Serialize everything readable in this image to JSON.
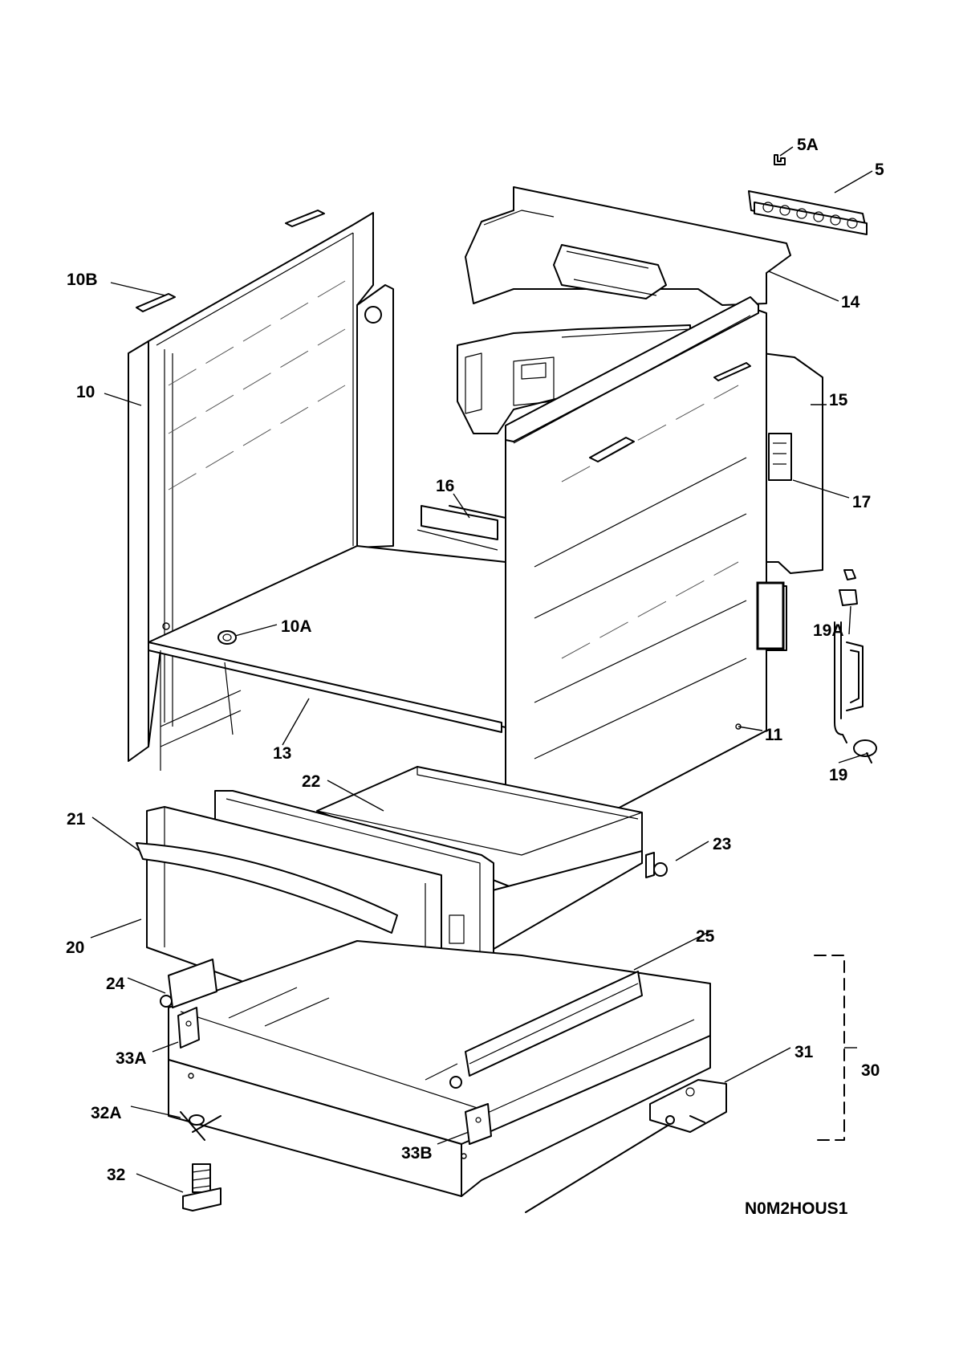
{
  "diagram": {
    "code": "N0M2HOUS1",
    "labels": {
      "p5A": "5A",
      "p5": "5",
      "p10B": "10B",
      "p14": "14",
      "p10": "10",
      "p15": "15",
      "p16": "16",
      "p17": "17",
      "p10A": "10A",
      "p19A": "19A",
      "p13": "13",
      "p11": "11",
      "p19": "19",
      "p22": "22",
      "p21": "21",
      "p23": "23",
      "p20": "20",
      "p25": "25",
      "p24": "24",
      "p33A": "33A",
      "p31": "31",
      "p30": "30",
      "p32A": "32A",
      "p33B": "33B",
      "p32": "32"
    }
  }
}
